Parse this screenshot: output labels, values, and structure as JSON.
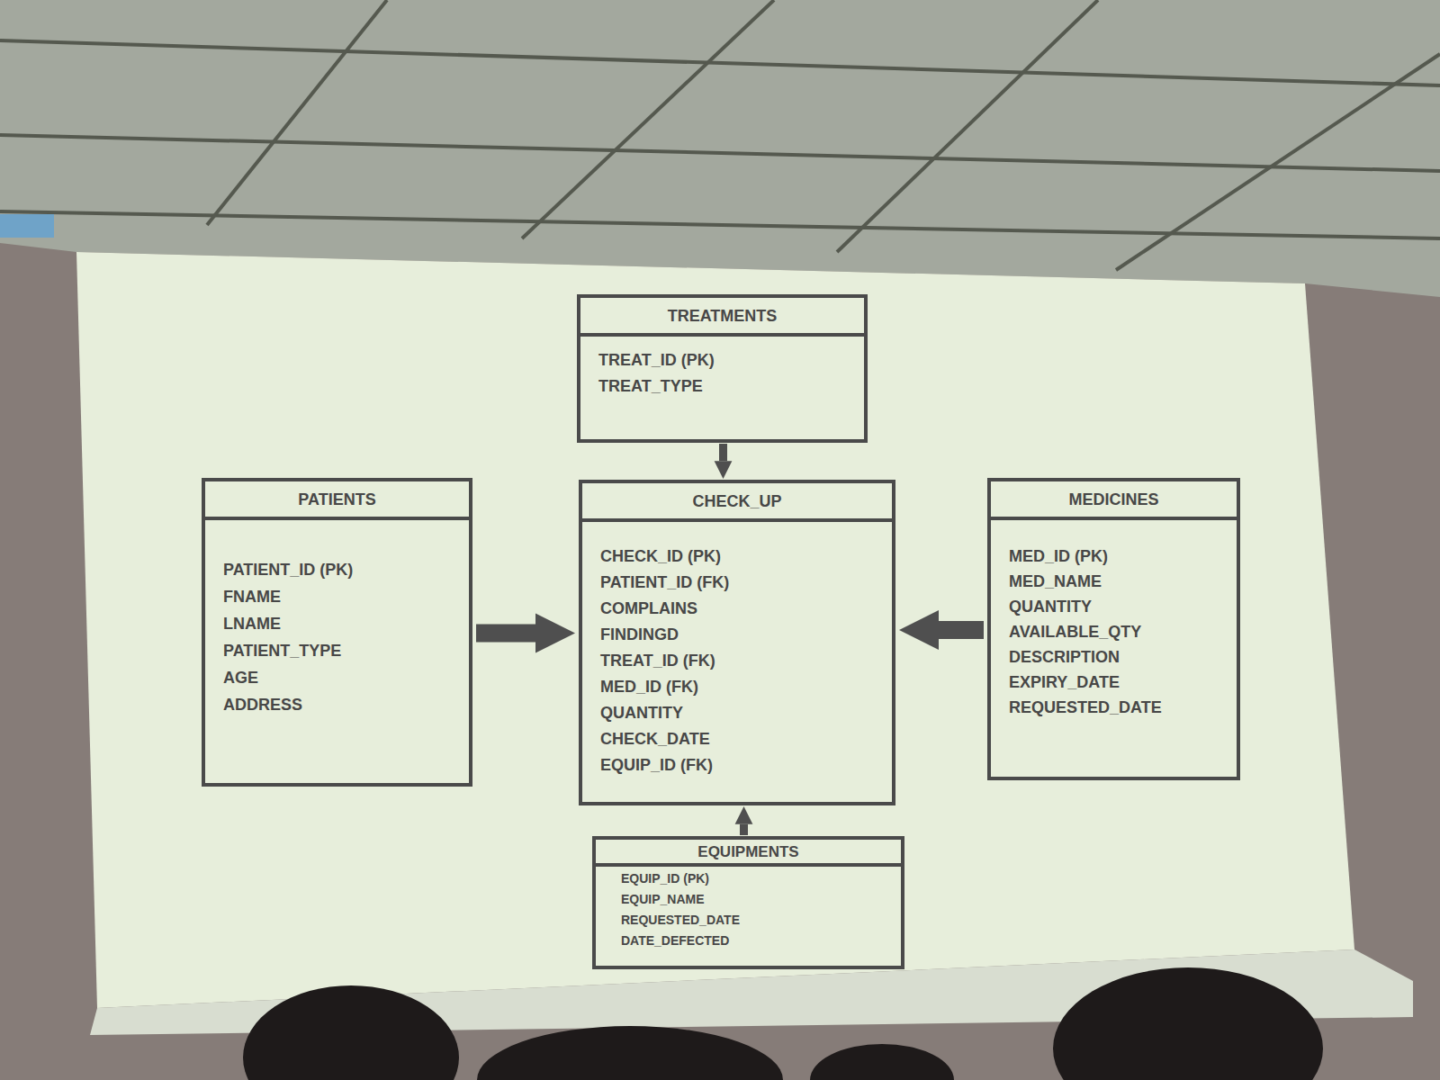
{
  "diagram": {
    "nodes": [
      {
        "text": [
          "TREATMENTS",
          "TREAT_ID (PK)",
          "TREAT_TYPE"
        ]
      },
      {
        "text": [
          "PATIENTS",
          "PATIENT_ID (PK)",
          "FNAME",
          "LNAME",
          "PATIENT_TYPE",
          "AGE",
          "ADDRESS"
        ]
      },
      {
        "text": [
          "CHECK_UP",
          "CHECK_ID (PK)",
          "PATIENT_ID (FK)",
          "COMPLAINS",
          "FINDINGD",
          "TREAT_ID (FK)",
          "MED_ID (FK)",
          "QUANTITY",
          "CHECK_DATE",
          "EQUIP_ID (FK)"
        ]
      },
      {
        "text": [
          "MEDICINES",
          "MED_ID (PK)",
          "MED_NAME",
          "QUANTITY",
          "AVAILABLE_QTY",
          "DESCRIPTION",
          "EXPIRY_DATE",
          "REQUESTED_DATE"
        ]
      },
      {
        "text": [
          "EQUIPMENTS",
          "EQUIP_ID (PK)",
          "EQUIP_NAME",
          "REQUESTED_DATE",
          "DATE_DEFECTED"
        ]
      }
    ],
    "edges": [
      {
        "from": 0,
        "to": 2,
        "arrow": "to"
      },
      {
        "from": 1,
        "to": 2,
        "arrow": "to"
      },
      {
        "from": 3,
        "to": 2,
        "arrow": "to"
      },
      {
        "from": 4,
        "to": 2,
        "arrow": "to"
      }
    ]
  }
}
